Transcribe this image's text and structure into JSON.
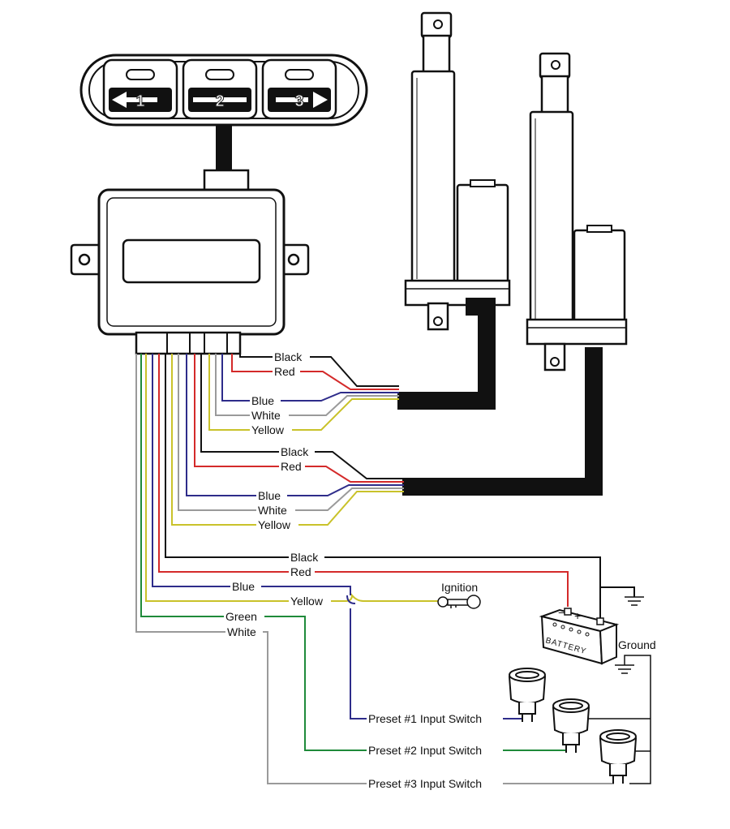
{
  "colors": {
    "black": "#111111",
    "red": "#d42a2a",
    "blue": "#2e2c8a",
    "white": "#9a9a9a",
    "yellow": "#c9c22a",
    "green": "#1f8a3a",
    "gray": "#8a8a8a"
  },
  "remote": {
    "buttons": [
      "1",
      "2",
      "3"
    ]
  },
  "actuator1": {
    "wires": [
      {
        "label": "Black",
        "color": "black"
      },
      {
        "label": "Red",
        "color": "red"
      },
      {
        "label": "Blue",
        "color": "blue"
      },
      {
        "label": "White",
        "color": "white"
      },
      {
        "label": "Yellow",
        "color": "yellow"
      }
    ]
  },
  "actuator2": {
    "wires": [
      {
        "label": "Black",
        "color": "black"
      },
      {
        "label": "Red",
        "color": "red"
      },
      {
        "label": "Blue",
        "color": "blue"
      },
      {
        "label": "White",
        "color": "white"
      },
      {
        "label": "Yellow",
        "color": "yellow"
      }
    ]
  },
  "power": {
    "wires": [
      {
        "label": "Black",
        "color": "black"
      },
      {
        "label": "Red",
        "color": "red"
      },
      {
        "label": "Blue",
        "color": "blue"
      },
      {
        "label": "Yellow",
        "color": "yellow"
      },
      {
        "label": "Green",
        "color": "green"
      },
      {
        "label": "White",
        "color": "white"
      }
    ],
    "ignition": "Ignition",
    "battery": "BATTERY",
    "ground": "Ground",
    "battery_minus": "−",
    "battery_plus": "+"
  },
  "switches": [
    "Preset #1 Input Switch",
    "Preset #2 Input Switch",
    "Preset #3 Input Switch"
  ]
}
